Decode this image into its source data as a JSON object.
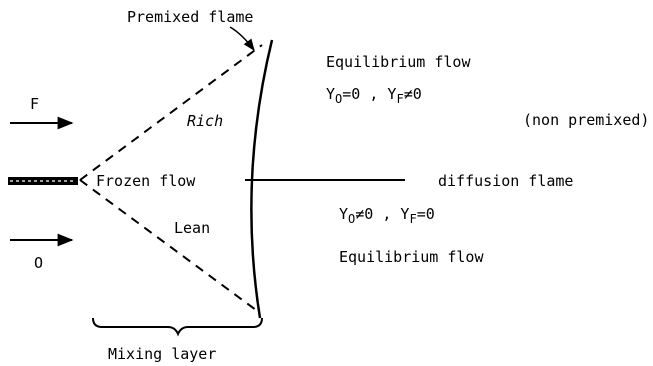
{
  "labels": {
    "premixed_flame": "Premixed flame",
    "equilibrium_flow_top": "Equilibrium flow",
    "rich": "Rich",
    "lean": "Lean",
    "frozen_flow": "Frozen flow",
    "non_premixed": "(non premixed)",
    "diffusion_flame": "diffusion flame",
    "equilibrium_flow_bottom": "Equilibrium flow",
    "mixing_layer": "Mixing layer",
    "fuel_inlet": "F",
    "oxidizer_inlet": "O"
  },
  "conditions": {
    "top": {
      "Y": "Y",
      "o_sub": "O",
      "eq1": "=0 , ",
      "f_sub": "F",
      "eq2": "≠0"
    },
    "bottom": {
      "Y": "Y",
      "o_sub": "O",
      "eq1": "≠0 , ",
      "f_sub": "F",
      "eq2": "=0"
    }
  }
}
